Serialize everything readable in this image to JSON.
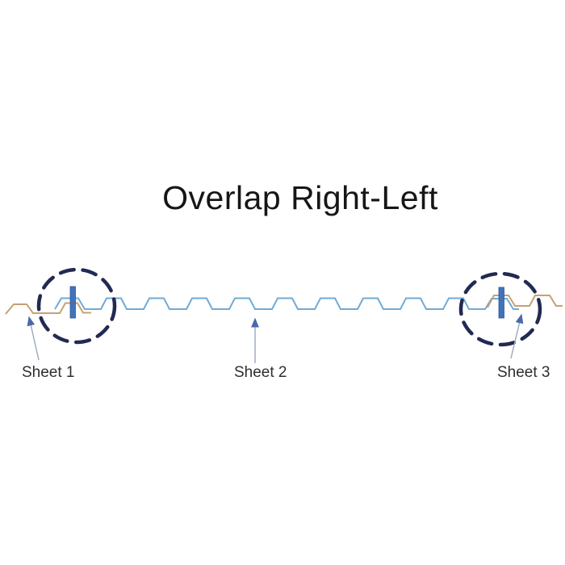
{
  "title": "Overlap Right-Left",
  "sheets": {
    "sheet1_label": "Sheet 1",
    "sheet2_label": "Sheet 2",
    "sheet3_label": "Sheet 3"
  },
  "colors": {
    "background": "#ffffff",
    "title_text": "#161616",
    "label_text": "#2e2e2e",
    "sheet2_profile_blue": "#6fabd6",
    "sheet1_profile_tan": "#c6a173",
    "sheet3_profile_tan": "#c6a173",
    "overlap_circle_navy": "#222a52",
    "fastener_blue": "#4273b9",
    "fastener_border": "#2f5693",
    "arrow_line": "#9aa6c0",
    "arrow_head": "#4a69a8"
  }
}
